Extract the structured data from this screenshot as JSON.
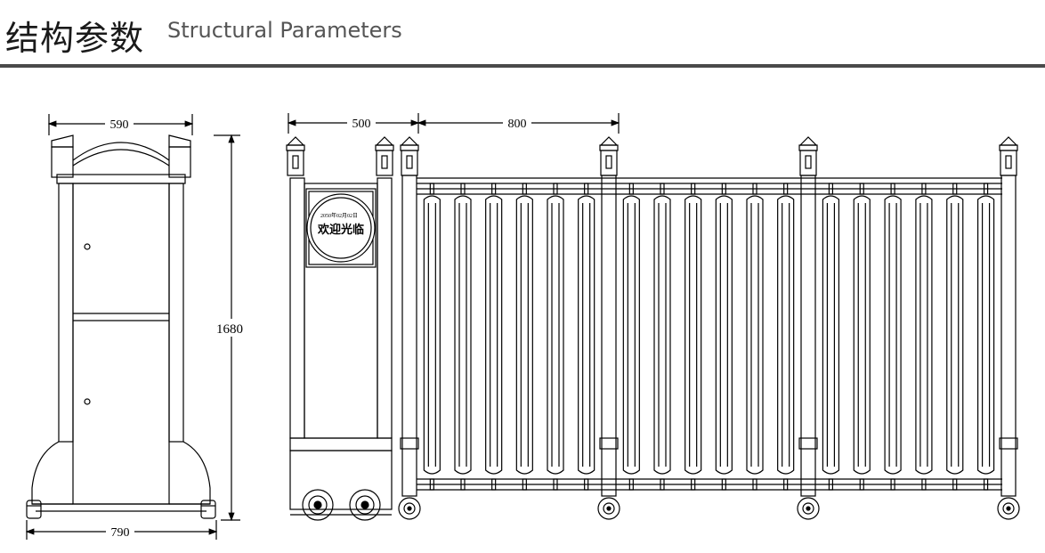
{
  "header": {
    "title_cn": "结构参数",
    "title_en": "Structural Parameters",
    "accent_color": "#4a4a4a"
  },
  "side_view": {
    "width_top": "590",
    "width_base": "790",
    "height": "1680"
  },
  "front_view": {
    "booth_width": "500",
    "section_width": "800",
    "sign_line1": "2050年02月02日",
    "sign_line2": "欢迎光临"
  }
}
